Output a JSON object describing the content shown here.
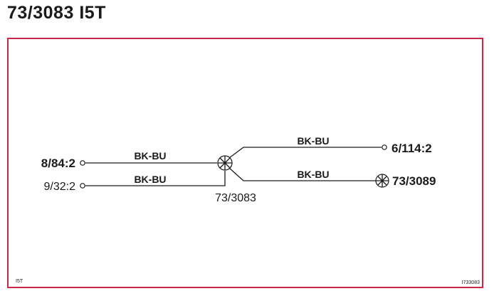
{
  "header": {
    "title": "73/3083 I5T"
  },
  "diagram": {
    "left_connectors": [
      {
        "label": "8/84:2",
        "bold": true
      },
      {
        "label": "9/32:2",
        "bold": false
      }
    ],
    "right_connectors": [
      {
        "label": "6/114:2",
        "bold": true
      },
      {
        "label": "73/3089",
        "bold": true
      }
    ],
    "junction": {
      "label": "73/3083"
    },
    "wires": [
      {
        "color": "BK-BU"
      },
      {
        "color": "BK-BU"
      },
      {
        "color": "BK-BU"
      },
      {
        "color": "BK-BU"
      }
    ]
  },
  "footer": {
    "left_code": "I5T",
    "right_code": "I733083"
  },
  "colors": {
    "frame_border": "#c8284a",
    "line": "#1a1a1a"
  }
}
